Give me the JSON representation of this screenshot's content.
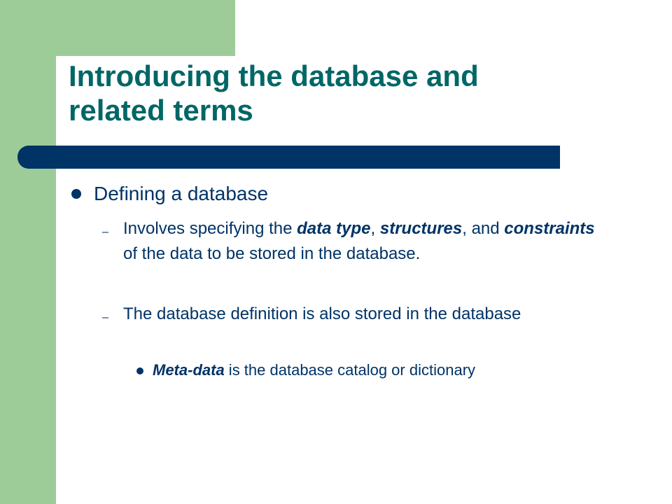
{
  "slide": {
    "title_line1": "Introducing the database and",
    "title_line2": "related terms",
    "bullet1": "Defining a database",
    "sub1": {
      "dash": "–",
      "p1": "Involves specifying the ",
      "em1": "data type",
      "p2": ", ",
      "em2": "structures",
      "p3": ", and ",
      "em3": "constraints",
      "p4": " of the data to be stored in the database."
    },
    "sub2": {
      "dash": "–",
      "text": "The database definition is also stored in the database"
    },
    "sub3": {
      "em": "Meta-data",
      "text": " is the database catalog or dictionary"
    }
  },
  "colors": {
    "green_accent": "#9dcc98",
    "title_teal": "#006666",
    "navy": "#003366",
    "background": "#ffffff"
  }
}
